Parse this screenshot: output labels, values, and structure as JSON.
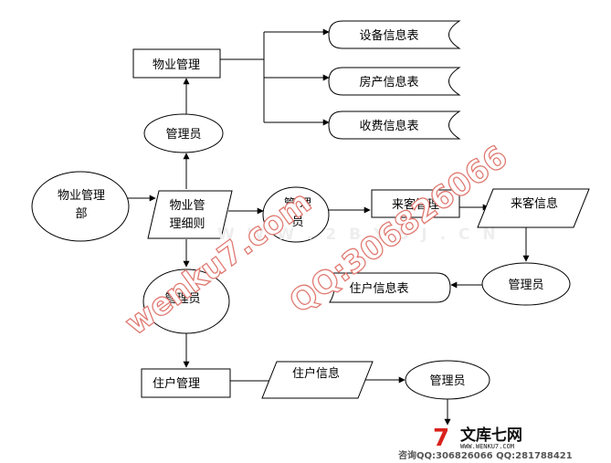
{
  "nodes": {
    "dept": "物业管理部",
    "dept_l1": "物业管理",
    "dept_l2": "部",
    "detail_l1": "物业管",
    "detail_l2": "理细则",
    "prop_mgmt": "物业管理",
    "admin_top": "管理员",
    "equip_table": "设备信息表",
    "house_table": "房产信息表",
    "fee_table": "收费信息表",
    "admin_mid_l1": "管 理",
    "admin_mid_l2": "员",
    "visitor_mgmt": "来客管理",
    "visitor_info": "来客信息",
    "admin_right": "管理员",
    "resident_table": "住户信息表",
    "admin_left": "管理员",
    "resident_mgmt": "住户管理",
    "resident_info": "住户信息",
    "admin_bottom": "管理员"
  },
  "watermarks": {
    "main": "wenku7.com",
    "qq": "QQ:306826066",
    "light": "W W W . 2 B Y S J . C N"
  },
  "logo": {
    "seven": "7",
    "name": "文库七网",
    "url": "WWW.WENKU7.COM",
    "contact": "咨询QQ:306826066 QQ:281788421"
  },
  "colors": {
    "watermark": "#e07a72",
    "logo_red": "#d9221c"
  }
}
